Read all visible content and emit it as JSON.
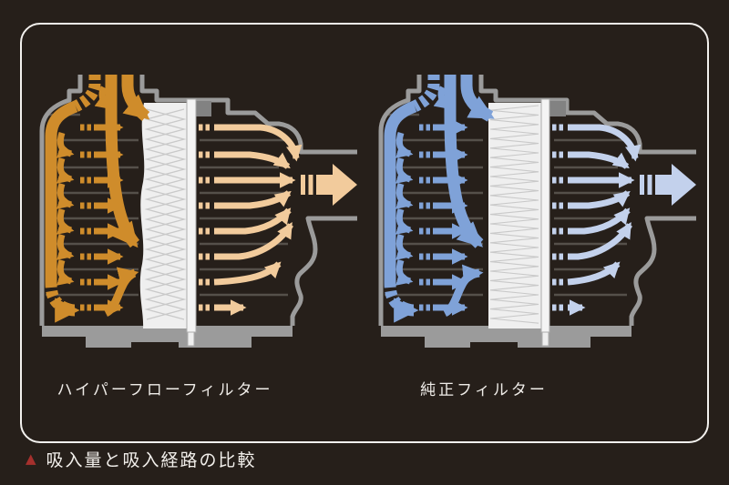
{
  "panel": {
    "border_color": "#F3F1EE"
  },
  "diagrams": [
    {
      "id": "hyperflow",
      "label": "ハイパーフローフィルター",
      "intake_color": "#CF8C2B",
      "filtered_color": "#F2CB9C",
      "filter_style": "coarse"
    },
    {
      "id": "stock",
      "label": "純正フィルター",
      "intake_color": "#7FA2D8",
      "filtered_color": "#C3D1EC",
      "filter_style": "dense"
    }
  ],
  "caption": {
    "marker": "▲",
    "marker_color": "#A5302D",
    "text": "吸入量と吸入経路の比較"
  },
  "colors": {
    "background": "#261F1A",
    "outline": "#9B9B9B",
    "base": "#9B9B9B",
    "bracket": "#828282",
    "rib": "#55504A",
    "filter_media": "#EFEFEF",
    "filter_frame": "#F4F4F4",
    "pleat": "#C9C9C9",
    "frame_edge": "#ACACAC",
    "label_text": "#EFECE8",
    "caption_text": "#F2EFEB"
  }
}
